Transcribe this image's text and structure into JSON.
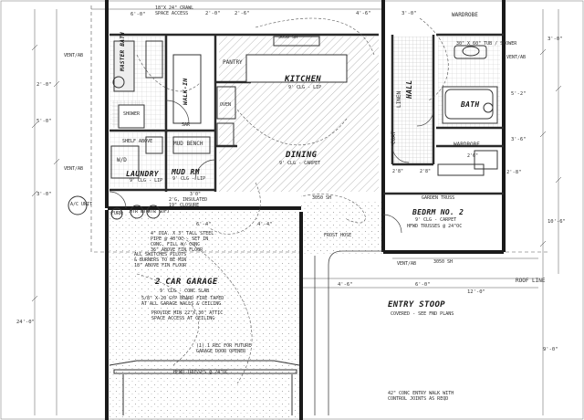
{
  "rooms": {
    "master_bath": "MASTER BATH",
    "walk_in": "WALK-IN",
    "kitchen": "KITCHEN",
    "kitchen_sub": "9' CLG - LIP",
    "dining": "DINING",
    "dining_sub": "9' CLG - CARPET",
    "laundry": "LAUNDRY",
    "laundry_sub": "9' CLG - LIP",
    "mud_rm": "MUD RM",
    "mud_rm_sub": "9' CLG - LIP",
    "hall": "HALL",
    "bath": "BATH",
    "bedrm2": "BEDRM NO. 2",
    "bedrm2_sub": "9' CLG - CARPET",
    "bedrm2_truss": "HFWD TRUSSES @ 24\"oc",
    "garage": "2 CAR GARAGE",
    "garage_sub": "9' CLG - CONC SLAB",
    "entry_stoop": "ENTRY STOOP",
    "entry_stoop_sub": "COVERED - SEE FND PLANS"
  },
  "labels": {
    "pantry": "PANTRY",
    "wardrobe_top": "WARDROBE",
    "wardrobe_bottom": "WARDROBE",
    "linen": "LINEN",
    "coat": "COAT",
    "mud_bench": "MUD BENCH",
    "shelf_above": "SHELF ABOVE",
    "w_d": "W/D",
    "shower": "SHOWER",
    "sar": "SAR",
    "oven": "OVEN",
    "a_c_unit": "A/C UNIT",
    "furn": "FURN",
    "htr": "HTR WTR",
    "soft": "WTR SOFT",
    "roof_line": "ROOF LINE",
    "garden_truss": "GARDEN TRUSS",
    "tub_shower": "30\" X 60\" TUB / SHOWER",
    "window_3050_a": "3050 SH",
    "window_3050_b": "3050 SH",
    "window_3050_c": "3050 SH",
    "door_1": "2'8\"",
    "door_2": "2'8\"",
    "door_3": "2'6\"",
    "door_4": "3'0\"",
    "attic_access": "18\"X 24\" CRAWL SPACE ACCESS",
    "vent_a": "VENT/AB",
    "vent_b": "VENT/AB",
    "vent_c": "VENT/AB",
    "vent_d": "VENT/AB",
    "frost_1": "FROST HOSE",
    "attic_ins": "2'G, INSULATED 19\" CLOSURE"
  },
  "notes": {
    "garage_slab": "4\" DIA. X 3\" TALL STEEL\nPIPE @ 40\"oc - SET IN\nCONC, FILL W/ CONC\n36\" ABOVE FIN FLOOR",
    "furnace": "ALL SWITCHES PILOTS\n& BURNERS TO BE MIN\n18\" ABOVE FIN FLOOR",
    "firetape": "5/8\" X-20 GYP BOARD FIRE TAPED\nAT ALL GARAGE WALLS & CEILING",
    "attic": "PROVIDE MIN 22\"X 30\" ATTIC\nSPACE ACCESS AT CEILING",
    "opener": "(1) 1 REC FOR FUTURE\nGARAGE DOOR OPENER",
    "garage_truss": "HFWD TRUSSES @ 24\"oc",
    "walk": "42\" CONC ENTRY WALK WITH\nCONTROL JOINTS AS REQD"
  },
  "dims": {
    "d1": "6'-0\"",
    "d2": "2'-0\"",
    "d3": "2'-6\"",
    "d4": "4'-6\"",
    "d5": "3'-0\"",
    "d6": "6'-4\"",
    "d7": "4'-4\"",
    "d8": "4'-6\"",
    "d9": "6'-0\"",
    "d10": "12'-0\"",
    "d11": "2'-8\"",
    "d12": "3'-6\"",
    "d13": "10'-6\"",
    "d14": "5'-2\"",
    "d15": "3'-0\"",
    "d16": "5'-0\"",
    "d17": "24'-0\"",
    "d18": "3'-0\"",
    "d19": "2'-0\"",
    "d20": "9'-0\""
  }
}
